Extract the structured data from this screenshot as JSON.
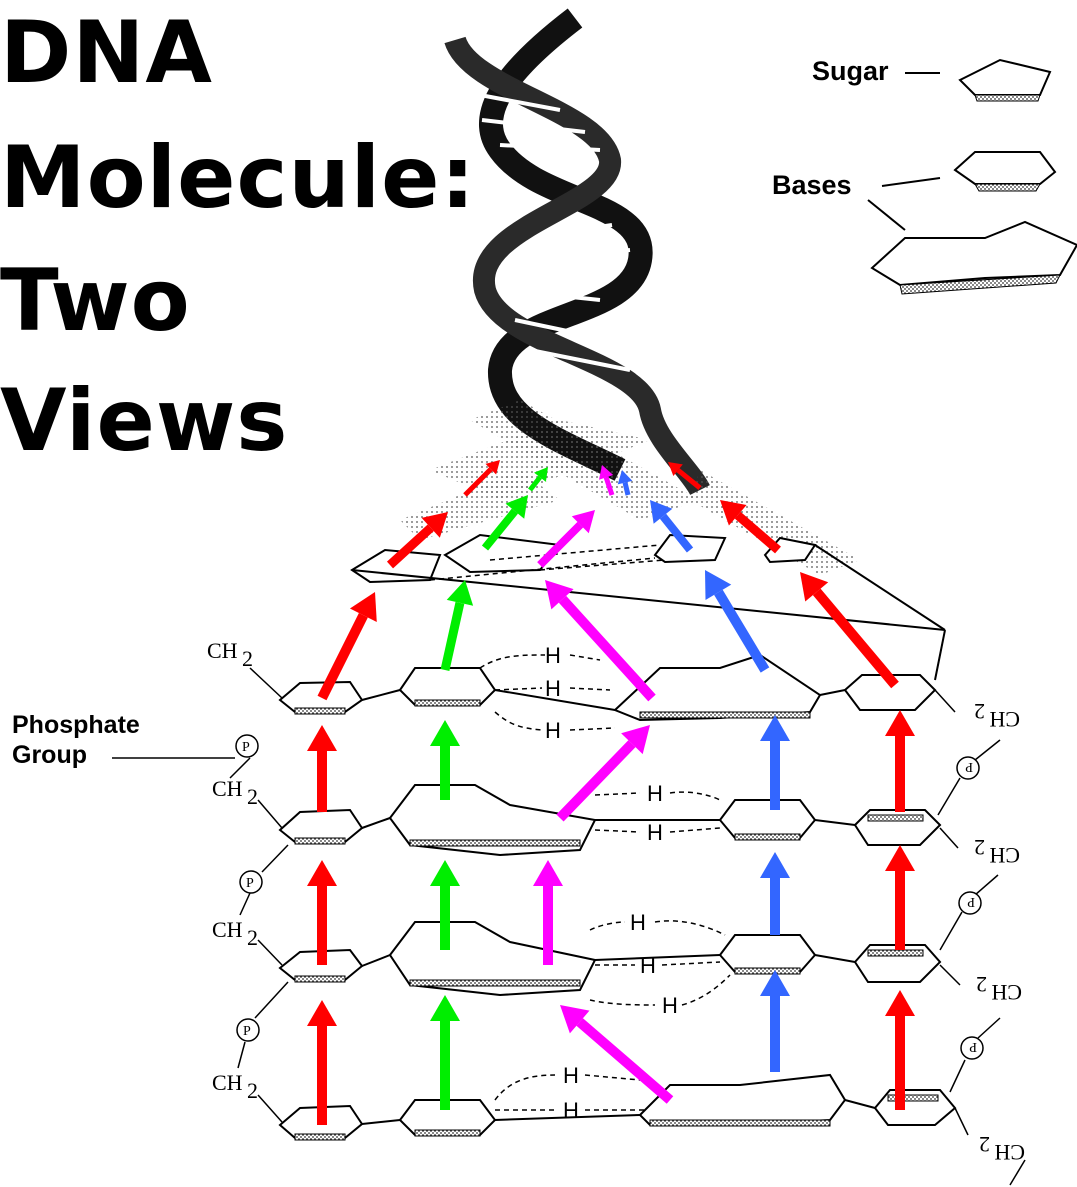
{
  "title": {
    "line1": "DNA",
    "line2": "Molecule:",
    "line3": "Two",
    "line4": "Views"
  },
  "legend": {
    "sugar": "Sugar",
    "bases": "Bases"
  },
  "phosphate_group": {
    "line1": "Phosphate",
    "line2": "Group"
  },
  "labels": {
    "ch2": "CH",
    "ch2_sub": "2",
    "phosphate": "P",
    "hydrogen": "H"
  },
  "colors": {
    "adenine_arrow": "#ff0000",
    "guanine_arrow": "#00ee00",
    "cytosine_arrow": "#ff00ff",
    "thymine_arrow": "#3366ff",
    "ink": "#000000"
  }
}
